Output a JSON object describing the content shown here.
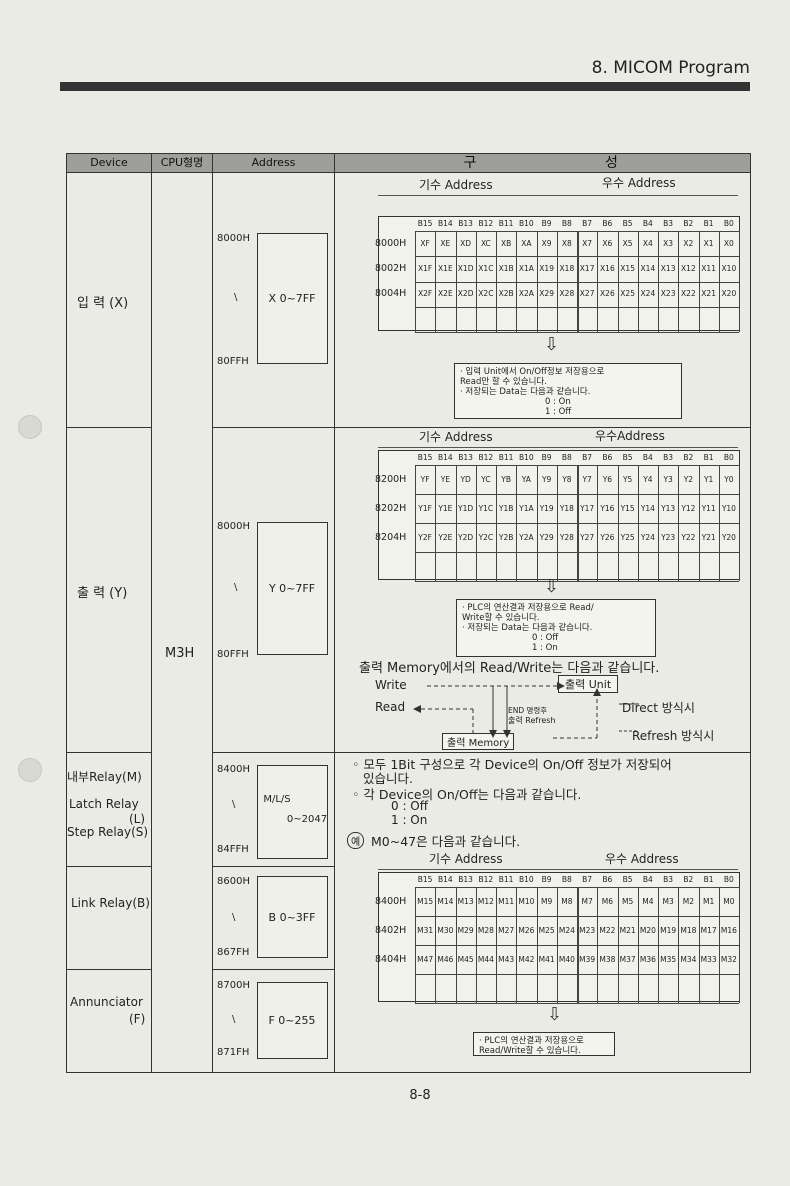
{
  "header": {
    "title": "8. MICOM Program"
  },
  "table": {
    "columns": [
      "Device",
      "CPU형명",
      "Address",
      "구",
      "성"
    ],
    "cpu": "M3H",
    "bit_headers": [
      "B15",
      "B14",
      "B13",
      "B12",
      "B11",
      "B10",
      "B9",
      "B8",
      "B7",
      "B6",
      "B5",
      "B4",
      "B3",
      "B2",
      "B1",
      "B0"
    ],
    "odd_label": "기수 Address",
    "even_label": "우수 Address",
    "even_label_y": "우수Address",
    "sections": {
      "input": {
        "device": "입 력 (X)",
        "addr_start": "8000H",
        "addr_sep": "\\",
        "addr_end": "80FFH",
        "range": "X 0~7FF",
        "rows": [
          {
            "addr": "8000H",
            "cells": [
              "XF",
              "XE",
              "XD",
              "XC",
              "XB",
              "XA",
              "X9",
              "X8",
              "X7",
              "X6",
              "X5",
              "X4",
              "X3",
              "X2",
              "X1",
              "X0"
            ]
          },
          {
            "addr": "8002H",
            "cells": [
              "X1F",
              "X1E",
              "X1D",
              "X1C",
              "X1B",
              "X1A",
              "X19",
              "X18",
              "X17",
              "X16",
              "X15",
              "X14",
              "X13",
              "X12",
              "X11",
              "X10"
            ]
          },
          {
            "addr": "8004H",
            "cells": [
              "X2F",
              "X2E",
              "X2D",
              "X2C",
              "X2B",
              "X2A",
              "X29",
              "X28",
              "X27",
              "X26",
              "X25",
              "X24",
              "X23",
              "X22",
              "X21",
              "X20"
            ]
          }
        ],
        "note": [
          "· 입력 Unit에서 On/Off정보 저장용으로",
          "  Read만 할 수 있습니다.",
          "· 저장되는 Data는 다음과 같습니다.",
          "0 : On",
          "1 : Off"
        ]
      },
      "output": {
        "device": "출 력 (Y)",
        "addr_start": "8000H",
        "addr_sep": "\\",
        "addr_end": "80FFH",
        "range": "Y 0~7FF",
        "rows": [
          {
            "addr": "8200H",
            "cells": [
              "YF",
              "YE",
              "YD",
              "YC",
              "YB",
              "YA",
              "Y9",
              "Y8",
              "Y7",
              "Y6",
              "Y5",
              "Y4",
              "Y3",
              "Y2",
              "Y1",
              "Y0"
            ]
          },
          {
            "addr": "8202H",
            "cells": [
              "Y1F",
              "Y1E",
              "Y1D",
              "Y1C",
              "Y1B",
              "Y1A",
              "Y19",
              "Y18",
              "Y17",
              "Y16",
              "Y15",
              "Y14",
              "Y13",
              "Y12",
              "Y11",
              "Y10"
            ]
          },
          {
            "addr": "8204H",
            "cells": [
              "Y2F",
              "Y2E",
              "Y2D",
              "Y2C",
              "Y2B",
              "Y2A",
              "Y29",
              "Y28",
              "Y27",
              "Y26",
              "Y25",
              "Y24",
              "Y23",
              "Y22",
              "Y21",
              "Y20"
            ]
          }
        ],
        "note": [
          "· PLC의 연산결과 저장용으로    Read/",
          "  Write할 수 있습니다.",
          "· 저장되는 Data는 다음과 같습니다.",
          "0 : Off",
          "1 : On"
        ],
        "mem_title": "출력 Memory에서의 Read/Write는 다음과 같습니다.",
        "write": "Write",
        "read": "Read",
        "unit": "출력 Unit",
        "memory": "출력 Memory",
        "end_note": "END 명령후",
        "refresh_note": "출력 Refresh",
        "direct": "Direct 방식시",
        "refresh": "Refresh 방식시"
      },
      "relay": {
        "device_lines": [
          "내부Relay(M)",
          "Latch Relay",
          "(L)",
          "Step Relay(S)"
        ],
        "addr_start": "8400H",
        "addr_sep": "\\",
        "addr_end": "84FFH",
        "range1": "M/L/S",
        "range2": "0~2047",
        "desc1": "◦ 모두 1Bit 구성으로 각 Device의 On/Off 정보가 저장되어",
        "desc1b": "있습니다.",
        "desc2": "◦ 각 Device의 On/Off는 다음과 같습니다.",
        "v0": "0 : Off",
        "v1": "1 : On",
        "example_mark": "예",
        "example": "M0~47은 다음과 같습니다."
      },
      "link": {
        "device": "Link Relay(B)",
        "addr_start": "8600H",
        "addr_sep": "\\",
        "addr_end": "867FH",
        "range": "B 0~3FF",
        "rows": [
          {
            "addr": "8400H",
            "cells": [
              "M15",
              "M14",
              "M13",
              "M12",
              "M11",
              "M10",
              "M9",
              "M8",
              "M7",
              "M6",
              "M5",
              "M4",
              "M3",
              "M2",
              "M1",
              "M0"
            ]
          },
          {
            "addr": "8402H",
            "cells": [
              "M31",
              "M30",
              "M29",
              "M28",
              "M27",
              "M26",
              "M25",
              "M24",
              "M23",
              "M22",
              "M21",
              "M20",
              "M19",
              "M18",
              "M17",
              "M16"
            ]
          },
          {
            "addr": "8404H",
            "cells": [
              "M47",
              "M46",
              "M45",
              "M44",
              "M43",
              "M42",
              "M41",
              "M40",
              "M39",
              "M38",
              "M37",
              "M36",
              "M35",
              "M34",
              "M33",
              "M32"
            ]
          }
        ]
      },
      "annun": {
        "device_lines": [
          "Annunciator",
          "(F)"
        ],
        "addr_start": "8700H",
        "addr_sep": "\\",
        "addr_end": "871FH",
        "range": "F 0~255",
        "note": [
          "· PLC의 연산결과 저장용으로",
          "  Read/Write할 수 있습니다."
        ]
      }
    }
  },
  "footer": {
    "page": "8-8"
  }
}
